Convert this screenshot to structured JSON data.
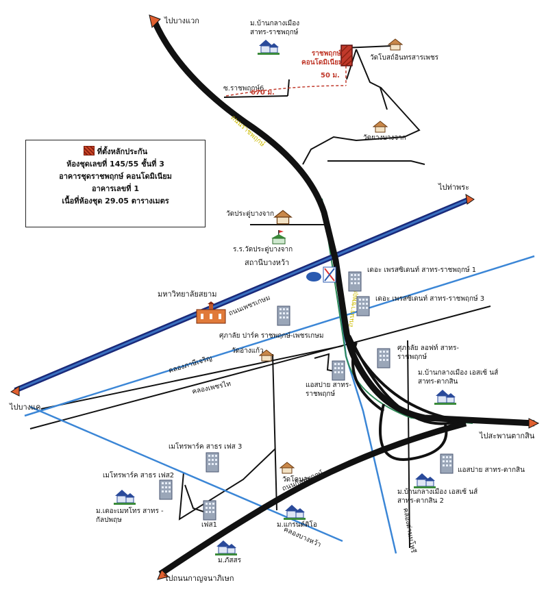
{
  "legend": {
    "title": "ที่ตั้งหลักประกัน",
    "line1": "ห้องชุดเลขที่ 145/55 ชั้นที่ 3",
    "line2": "อาคารชุดราชพฤกษ์ คอนโดมิเนียม",
    "line3": "อาคารเลขที่ 1",
    "line4": "เนื้อที่ห้องชุด 29.05 ตารางเมตร"
  },
  "directions": {
    "to_bang_waek": "ไปบางแวก",
    "to_tha_phra": "ไปท่าพระ",
    "to_bang_khae": "ไปบางแค",
    "to_taksin_bridge": "ไปสะพานตากสิน",
    "to_kanchanaphisek": "ไปถนนกาญจนาภิเษก"
  },
  "roads": {
    "ratchaphruek": "ถนนราชพฤกษ์",
    "ratchaphruek_lower": "ถนนราชพฤกษ์",
    "phetkasem": "ถนนเพชรเกษม",
    "kanlapaphruek": "ถนนกัลปพฤกษ์",
    "soi_ratchaphruek6": "ซ.ราชพฤกษ์6",
    "canal_phasi_charoen": "คลองภาษีเจริญ",
    "canal_phetkasem": "คลองเพชรไท",
    "canal_bang_wa": "คลองบางหว้า",
    "canal_dan": "คลองด่านมโหรี"
  },
  "distances": {
    "d670": "670 ม.",
    "d50": "50 ม."
  },
  "places": {
    "target_condo": "ราชพฤกษ์ คอนโดมิเนียม",
    "baan_klang_muang_ratchaphruek": "ม.บ้านกลางเมือง สาทร-ราชพฤกษ์",
    "wat_bo_sathin": "วัดโบสถ์อินทรสารเพชร",
    "wat_yang_bang_chak": "วัดยางบางจาก",
    "wat_pradu_bang_chak": "วัดประดู่บางจาก",
    "school_wat_pradu": "ร.ร.วัดประดู่บางจาก",
    "bang_wa_station": "สถานีบางหว้า",
    "the_president_1": "เดอะ เพรสซิเดนท์ สาทร-ราชพฤกษ์ 1",
    "the_president_3": "เดอะ เพรสซิเดนท์ สาทร-ราชพฤกษ์ 3",
    "siam_university": "มหาวิทยาลัยสยาม",
    "supalai_park": "ศุภาลัย ปาร์ค ราชพฤกษ์-เพชรเกษม",
    "wat_ang_kaeo": "วัดอ่างแก้ว",
    "supalai_loft": "ศุภาลัย ลอฟท์ สาทร-ราชพฤกษ์",
    "aspire_ratchaphruek": "แอสปาย สาทร-ราชพฤกษ์",
    "baan_klang_muang_taksin": "ม.บ้านกลางเมือง เอสเซ้ นส์ สาทร-ตากสิน",
    "metro_park_phase3": "เมโทรพาร์ค สาธร เฟส 3",
    "metro_park_phase2": "เมโทรพาร์ค สาธร เฟส2",
    "wat_khok_non": "วัดโคนอน",
    "aspire_taksin": "แอสปาย สาทร-ตากสิน",
    "the_metro": "ม.เดอะเมทโทร สาทร - กัลปพฤษ",
    "phase1": "เฟส1",
    "baan_klang_muang_taksin2": "ม.บ้านกลางเมือง เอสเซ้ นส์ สาทร-ตากสิน 2",
    "grand_tiara": "ม.แกรนด์ติโอ",
    "phassorn": "ม.ภัสสร"
  }
}
